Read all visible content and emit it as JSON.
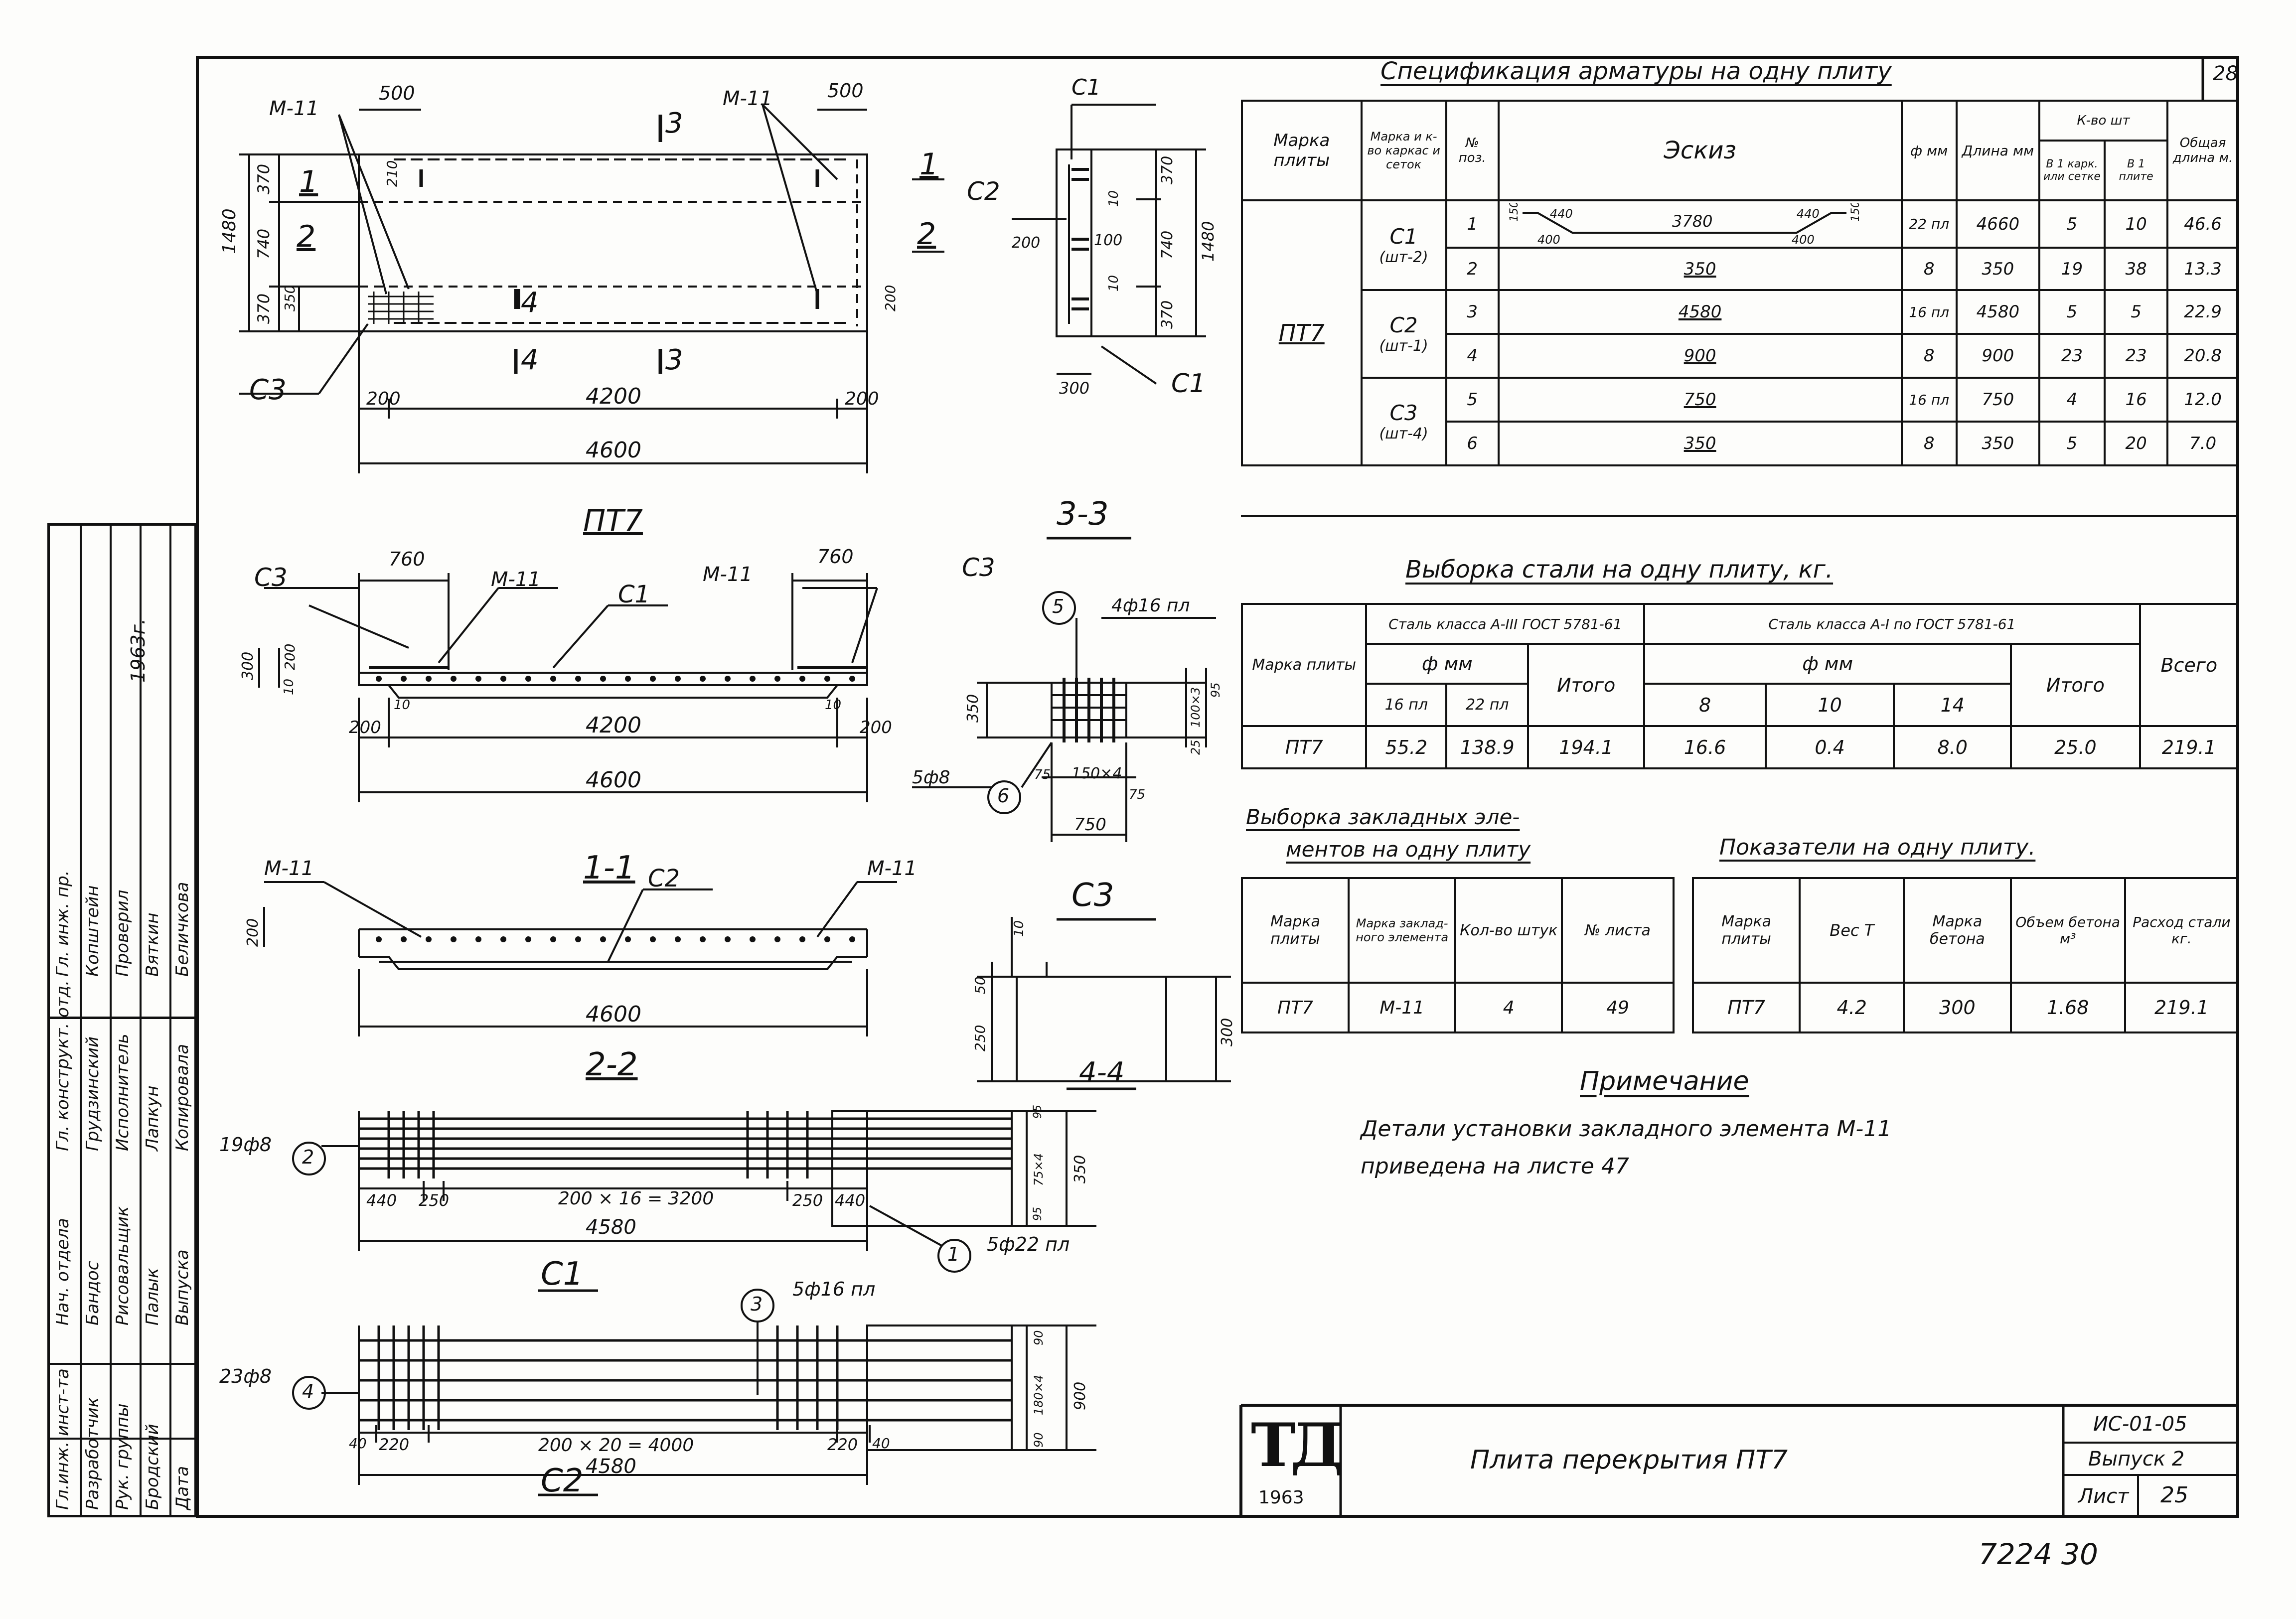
{
  "sheet_number_top": "28",
  "handwritten_bottom": "7224   30",
  "spec": {
    "title": "Спецификация   арматуры  на одну  плиту",
    "headers": {
      "mark": "Марка плиты",
      "frame_mark": "Марка и к-во каркас и сеток",
      "pos": "№ поз.",
      "sketch": "Эскиз",
      "phi": "ф мм",
      "length": "Длина мм",
      "qty": "К-во шт",
      "qty_frame": "В 1 карк. или сетке",
      "qty_plate": "В 1 плите",
      "total": "Общая длина м."
    },
    "plate": "ПТ7",
    "groups": [
      {
        "mark": "С1",
        "count": "(шт-2)"
      },
      {
        "mark": "С2",
        "count": "(шт-1)"
      },
      {
        "mark": "С3",
        "count": "(шт-4)"
      }
    ],
    "rows": [
      {
        "pos": "1",
        "sketch": "3780",
        "phi": "22 пл",
        "len": "4660",
        "qf": "5",
        "qp": "10",
        "total": "46.6"
      },
      {
        "pos": "2",
        "sketch": "350",
        "phi": "8",
        "len": "350",
        "qf": "19",
        "qp": "38",
        "total": "13.3"
      },
      {
        "pos": "3",
        "sketch": "4580",
        "phi": "16 пл",
        "len": "4580",
        "qf": "5",
        "qp": "5",
        "total": "22.9"
      },
      {
        "pos": "4",
        "sketch": "900",
        "phi": "8",
        "len": "900",
        "qf": "23",
        "qp": "23",
        "total": "20.8"
      },
      {
        "pos": "5",
        "sketch": "750",
        "phi": "16 пл",
        "len": "750",
        "qf": "4",
        "qp": "16",
        "total": "12.0"
      },
      {
        "pos": "6",
        "sketch": "350",
        "phi": "8",
        "len": "350",
        "qf": "5",
        "qp": "20",
        "total": "7.0"
      }
    ],
    "sketch_dims": {
      "a": "150",
      "b": "440",
      "c": "400",
      "d": "440",
      "e": "400",
      "f": "150"
    }
  },
  "steel": {
    "title": "Выборка   стали   на одну  плиту, кг.",
    "mark_header": "Марка плиты",
    "class3": "Сталь класса А-III ГОСТ 5781-61",
    "class1": "Сталь класса А-I по ГОСТ 5781-61",
    "phi": "ф  мм",
    "d16": "16 пл",
    "d22": "22 пл",
    "itogo": "Итого",
    "d8": "8",
    "d10": "10",
    "d14": "14",
    "itogo2": "Итого",
    "vsego": "Всего",
    "row": {
      "mark": "ПТ7",
      "v16": "55.2",
      "v22": "138.9",
      "it1": "194.1",
      "v8": "16.6",
      "v10": "0.4",
      "v14": "8.0",
      "it2": "25.0",
      "all": "219.1"
    }
  },
  "embed": {
    "title1": "Выборка закладных эле-",
    "title2": "ментов на одну  плиту",
    "h_mark": "Марка плиты",
    "h_el": "Марка заклад-ного элемента",
    "h_cnt": "Кол-во штук",
    "h_sheet": "№ листа",
    "row": {
      "mark": "ПТ7",
      "el": "М-11",
      "cnt": "4",
      "sheet": "49"
    }
  },
  "indicators": {
    "title": "Показатели  на одну   плиту.",
    "h_mark": "Марка плиты",
    "h_w": "Вес Т",
    "h_b": "Марка бетона",
    "h_v": "Объем бетона м³",
    "h_s": "Расход стали кг.",
    "row": {
      "mark": "ПТ7",
      "w": "4.2",
      "b": "300",
      "v": "1.68",
      "s": "219.1"
    }
  },
  "note": {
    "title": "Примечание",
    "line1": "Детали   установки  закладного   элемента  М-11",
    "line2": "приведена   на  листе 47"
  },
  "titleblock": {
    "logo": "ТД",
    "year": "1963",
    "name": "Плита   перекрытия  ПТ7",
    "code": "ИС-01-05",
    "issue": "Выпуск 2",
    "sheet_label": "Лист",
    "sheet": "25"
  },
  "drawing": {
    "plan": {
      "m11a": "М-11",
      "m11b": "М-11",
      "d500a": "500",
      "d500b": "500",
      "c3": "С3",
      "s13a": "3",
      "s13b": "3",
      "s14a": "4",
      "s14b": "4",
      "mark1": "1",
      "mark2": "2",
      "w1480": "1480",
      "w370a": "370",
      "w740": "740",
      "w370b": "370",
      "w210": "210",
      "w350": "350",
      "w200r": "200",
      "d200a": "200",
      "d4200": "4200",
      "d200b": "200",
      "d4600": "4600"
    },
    "end": {
      "c1t": "С1",
      "c2": "С2",
      "c1b": "С1",
      "d200": "200",
      "d100": "100",
      "d10a": "10",
      "d10b": "10",
      "d300": "300",
      "d370a": "370",
      "d740": "740",
      "d370b": "370",
      "d1480": "1480"
    },
    "elev": {
      "title": "ПТ7",
      "c3a": "С3",
      "c3b": "С3",
      "m11a": "М-11",
      "m11b": "М-11",
      "c1": "С1",
      "d760a": "760",
      "d760b": "760",
      "d300": "300",
      "d200": "200",
      "d10": "10",
      "d10b": "10",
      "d10c": "10",
      "d200a": "200",
      "d4200": "4200",
      "d200b": "200",
      "d4600": "4600"
    },
    "s33": {
      "title": "3-3",
      "pos5": "5",
      "pos6": "6",
      "bar": "4ф16 пл",
      "bar6": "5ф8",
      "d350": "350",
      "d95": "95",
      "d100x3": "100×3",
      "d25a": "25",
      "d75a": "75",
      "d150x4": "150×4",
      "d75b": "75",
      "d750": "750"
    },
    "s11": {
      "title": "1-1",
      "m11a": "М-11",
      "m11b": "М-11",
      "c2": "С2",
      "d200": "200",
      "d4600": "4600"
    },
    "c3": {
      "title": "С3",
      "d10": "10",
      "d50": "50",
      "d250": "250",
      "d300": "300"
    },
    "s22": {
      "title": "2-2",
      "s44": "4-4",
      "bars": "19ф8",
      "pos2": "2",
      "pos1": "1",
      "bar1": "5ф22 пл",
      "d440a": "440",
      "d250a": "250",
      "dmid": "200 × 16 = 3200",
      "d250b": "250",
      "d440b": "440",
      "d4580": "4580",
      "d95": "95",
      "d75x4": "75×4",
      "d95b": "95",
      "d350": "350"
    },
    "c1": {
      "title": "С1",
      "bars": "23ф8",
      "pos4": "4",
      "pos3": "3",
      "bar3": "5ф16 пл",
      "d40a": "40",
      "d220": "220",
      "dmid": "200 × 20 = 4000",
      "d220b": "220",
      "d40b": "40",
      "d4580": "4580",
      "d90a": "90",
      "d180x4": "180×4",
      "d90b": "90",
      "d900": "900"
    },
    "c2title": "С2"
  },
  "stamp": {
    "year": "1963г.",
    "c1": [
      "Гл.инж. инст-та",
      "Нач. отдела",
      "Гл. конструкт. отд.",
      "Гл. инж. пр."
    ],
    "c2": [
      "Разработчик",
      "Бандос",
      "Грудзинский",
      "Копштейн"
    ],
    "c3": [
      "Рук. группы",
      "Рисовальщик",
      "Исполнитель",
      "Проверил"
    ],
    "c4": [
      "Бродский",
      "Палык",
      "Лапкун",
      "Вяткин"
    ],
    "c5": [
      "Дата",
      "Выпуска",
      "Копировала",
      "Беличкова"
    ]
  }
}
